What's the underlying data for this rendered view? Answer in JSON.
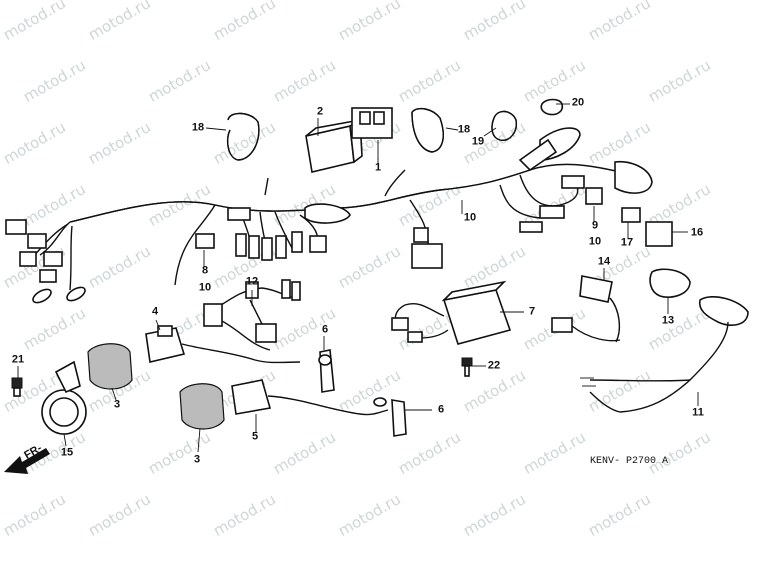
{
  "watermark": "motod.ru",
  "diagram_code": "KENV-  P2700 A",
  "direction_label": "FR-",
  "callouts": {
    "c1": "1",
    "c2": "2",
    "c3a": "3",
    "c3b": "3",
    "c4": "4",
    "c5": "5",
    "c6a": "6",
    "c6b": "6",
    "c7": "7",
    "c8": "8",
    "c9": "9",
    "c10a": "10",
    "c10b": "10",
    "c10c": "10",
    "c11": "11",
    "c12": "12",
    "c13": "13",
    "c14": "14",
    "c15": "15",
    "c16": "16",
    "c17": "17",
    "c18a": "18",
    "c18b": "18",
    "c19": "19",
    "c20": "20",
    "c21": "21",
    "c22": "22"
  }
}
